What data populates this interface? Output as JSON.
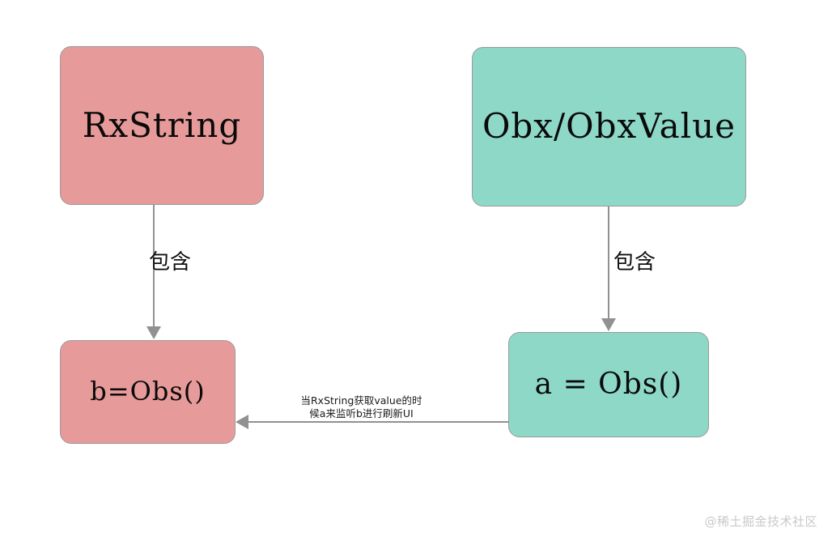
{
  "diagram": {
    "title": "GetX RxString / Obx relationship flowchart",
    "background_color": "#ffffff",
    "nodes": [
      {
        "id": "rxstring",
        "label": "RxString",
        "fill": "#e79a9a",
        "stroke": "#9a9a9a"
      },
      {
        "id": "obx",
        "label": "Obx/ObxValue",
        "fill": "#8ed8c8",
        "stroke": "#9a9a9a"
      },
      {
        "id": "b_obs",
        "label": "b=Obs()",
        "fill": "#e79a9a",
        "stroke": "#9a9a9a"
      },
      {
        "id": "a_obs",
        "label": "a = Obs()",
        "fill": "#8ed8c8",
        "stroke": "#9a9a9a"
      }
    ],
    "edges": [
      {
        "id": "rxstring-to-b",
        "from": "rxstring",
        "to": "b_obs",
        "label": "包含",
        "direction": "down",
        "color": "#919191"
      },
      {
        "id": "obx-to-a",
        "from": "obx",
        "to": "a_obs",
        "label": "包含",
        "direction": "down",
        "color": "#919191"
      },
      {
        "id": "a-to-b",
        "from": "a_obs",
        "to": "b_obs",
        "label": "当RxString获取value的时候a来监听b进行刷新UI",
        "direction": "left",
        "color": "#919191"
      }
    ]
  },
  "watermark": {
    "text": "@稀土掘金技术社区",
    "color": "#c9c9c9"
  }
}
